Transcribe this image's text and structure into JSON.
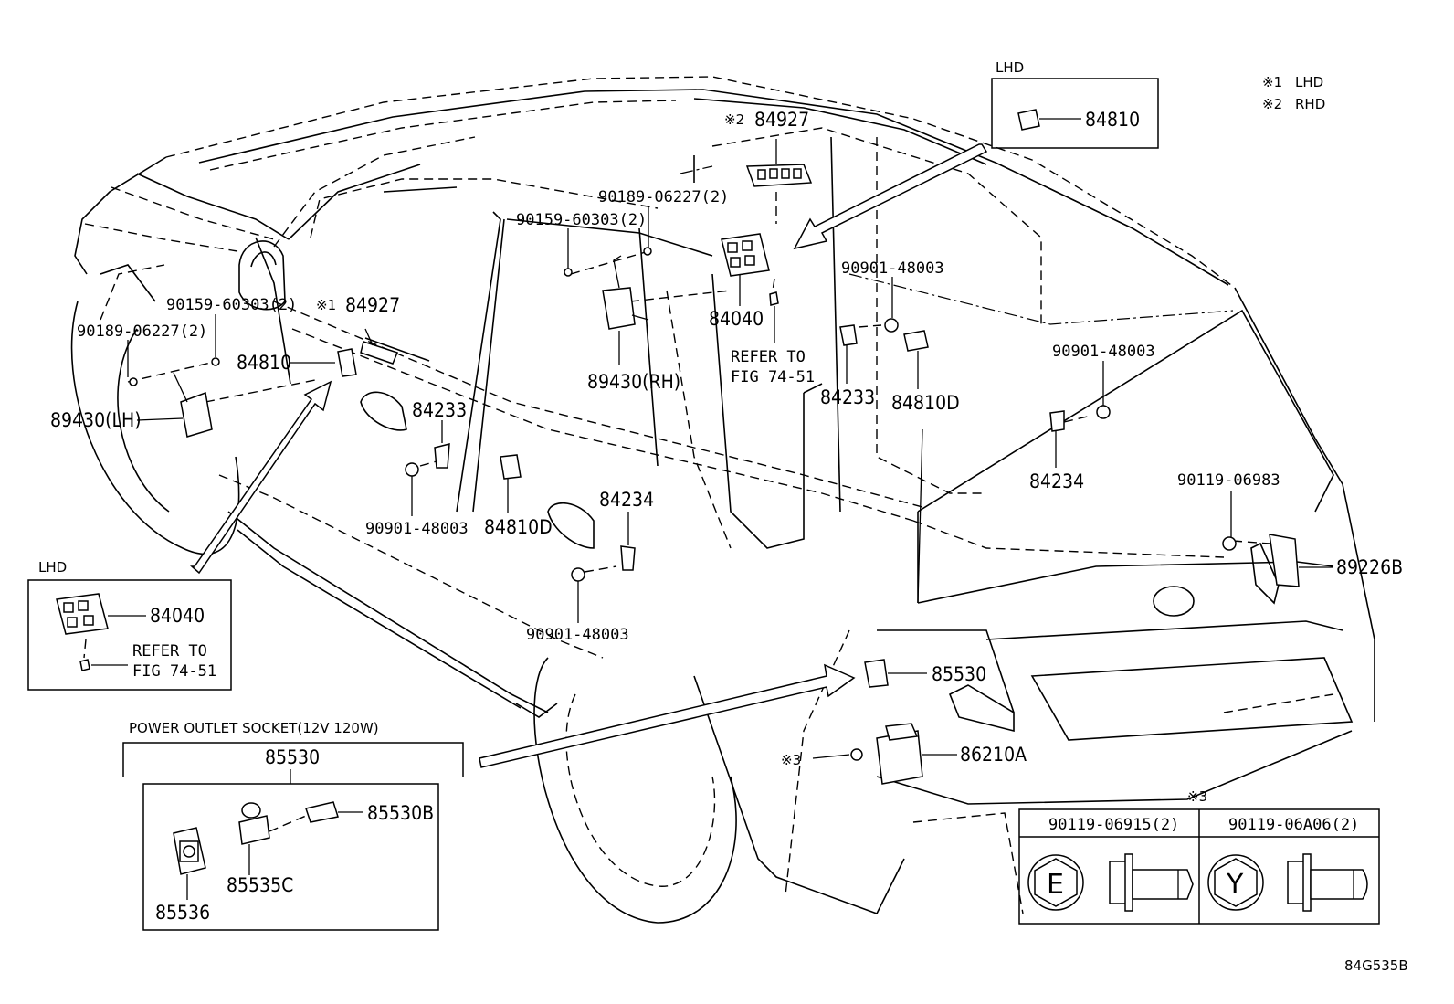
{
  "notes": {
    "n1_mark": "※1",
    "n1_text": "LHD",
    "n2_mark": "※2",
    "n2_text": "RHD"
  },
  "inset_top": {
    "title": "LHD",
    "part": "84810"
  },
  "inset_left": {
    "title": "LHD",
    "part": "84040",
    "refer_1": "REFER TO",
    "refer_2": "FIG 74-51"
  },
  "power_outlet": {
    "title": "POWER OUTLET SOCKET(12V 120W)",
    "assembly": "85530",
    "parts": [
      "85530B",
      "85535C",
      "85536"
    ]
  },
  "fastener_table": {
    "mark": "※3",
    "col1_part": "90119-06915(2)",
    "col1_symbol": "E",
    "col2_part": "90119-06A06(2)",
    "col2_symbol": "Y"
  },
  "labels": {
    "n2_prefix": "※2",
    "p84927_top": "84927",
    "p90189_top": "90189-06227(2)",
    "p90159_top": "90159-60303(2)",
    "p84040": "84040",
    "refer_1": "REFER TO",
    "refer_2": "FIG 74-51",
    "p89430rh": "89430(RH)",
    "p90901_a": "90901-48003",
    "p84233_r": "84233",
    "p84810d_r": "84810D",
    "p90901_b": "90901-48003",
    "p84234_r": "84234",
    "p90159_left": "90159-60303(2)",
    "p90189_left": "90189-06227(2)",
    "n1_prefix": "※1",
    "p84927_left": "84927",
    "p84810_left": "84810",
    "p89430lh": "89430(LH)",
    "p84233_l": "84233",
    "p90901_c": "90901-48003",
    "p84810d_l": "84810D",
    "p84234_l": "84234",
    "p90901_d": "90901-48003",
    "p90119": "90119-06983",
    "p89226b": "89226B",
    "p85530": "85530",
    "n3_prefix": "※3",
    "p86210a": "86210A"
  },
  "figure_code": "84G535B"
}
